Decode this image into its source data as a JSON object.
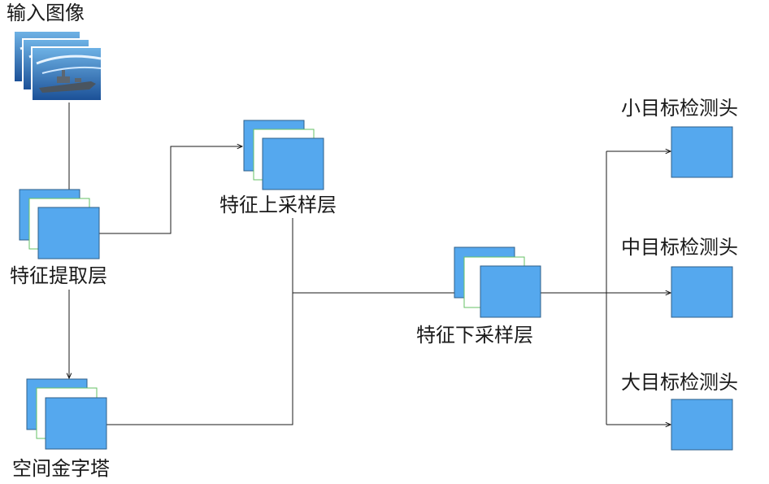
{
  "diagram": {
    "input_label": "输入图像",
    "feature_extract_label": "特征提取层",
    "upsample_label": "特征上采样层",
    "spp_label": "空间金字塔",
    "downsample_label": "特征下采样层",
    "head_small_label": "小目标检测头",
    "head_medium_label": "中目标检测头",
    "head_large_label": "大目标检测头"
  },
  "colors": {
    "block_fill": "#55a8ee",
    "block_border": "#2f5f8a",
    "middle_border": "#66c266",
    "line": "#1a1a1a"
  }
}
